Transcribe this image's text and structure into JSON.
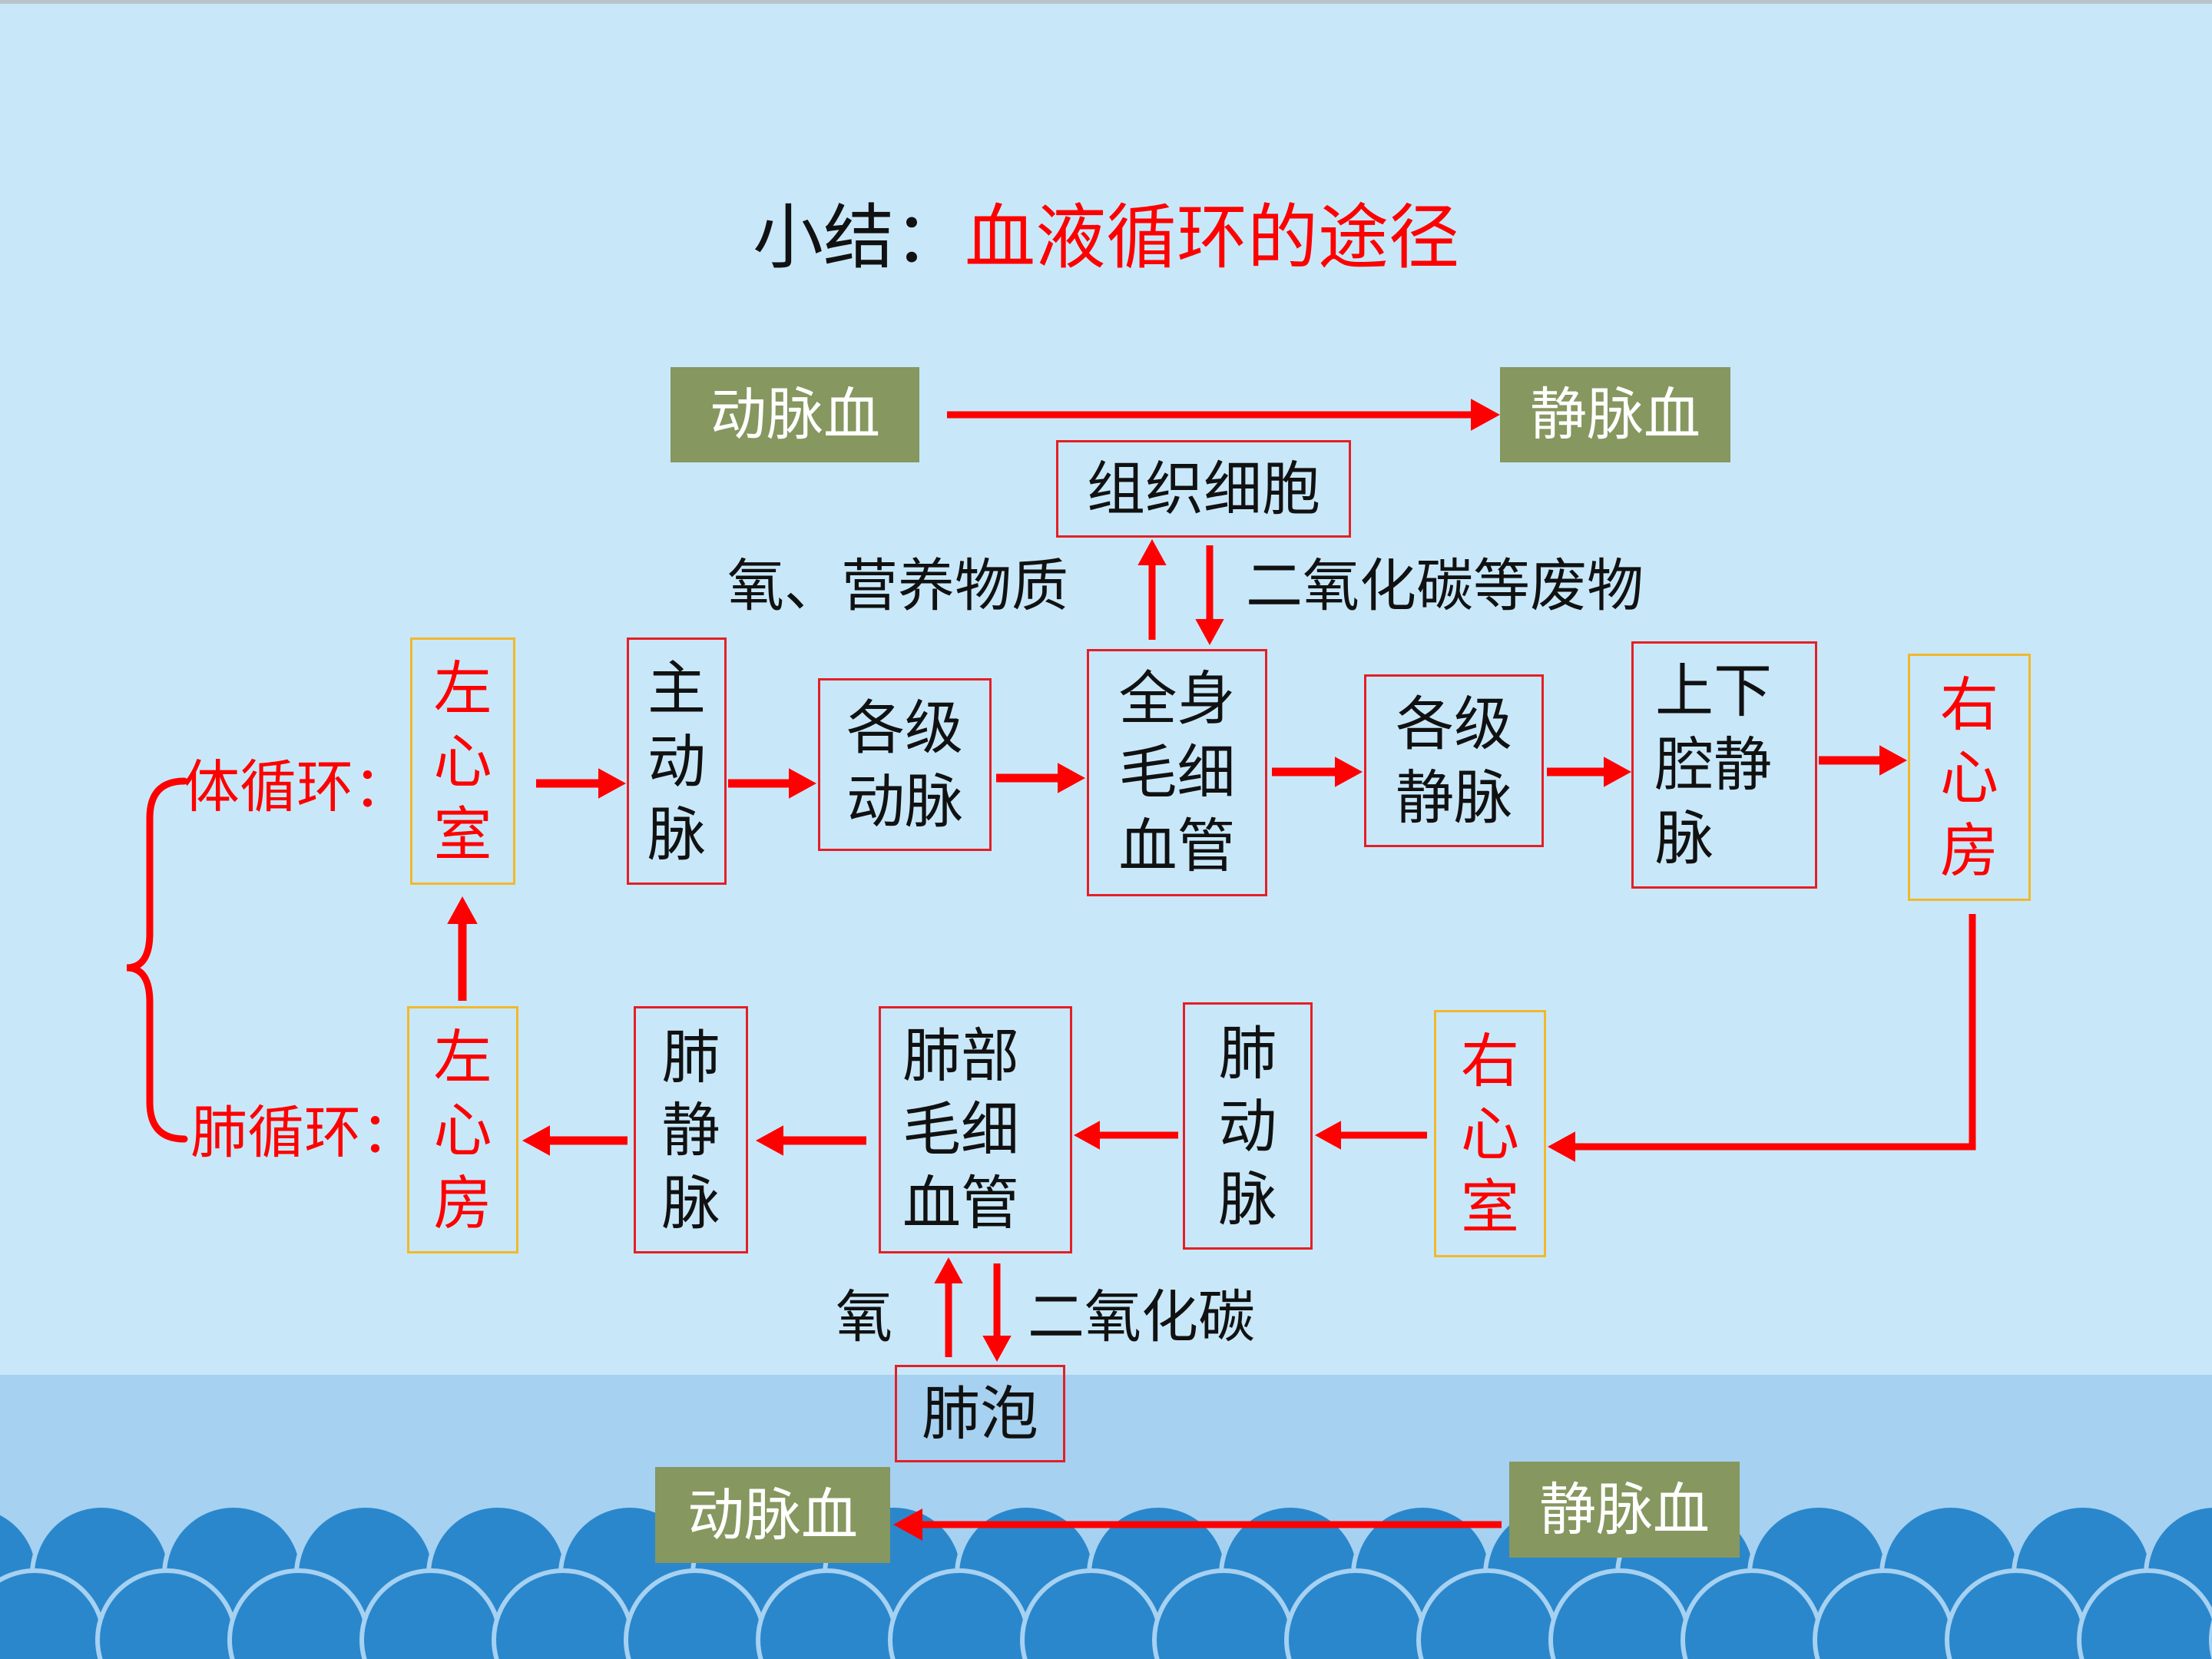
{
  "title": {
    "prefix": "小结：",
    "main": "血液循环的途径"
  },
  "colors": {
    "arrow": "#ff0000",
    "box_border": "#e41f26",
    "gold_border": "#f2b82b",
    "green_fill": "#86975f",
    "background": "#c8e8fa",
    "wave": "#2a87cc"
  },
  "top_legend": {
    "from": "动脉血",
    "to": "静脉血"
  },
  "bottom_legend": {
    "from": "静脉血",
    "to": "动脉血"
  },
  "tissue": {
    "cell": "组织细胞",
    "in_label": "氧、营养物质",
    "out_label": "二氧化碳等废物"
  },
  "systemic": {
    "label": "体循环：",
    "left_ventricle": "左\n心\n室",
    "aorta": "主\n动\n脉",
    "arteries": "各级\n动脉",
    "capillaries": "全身\n毛细\n血管",
    "veins": "各级\n静脉",
    "vena_cava": "上下\n腔静\n脉",
    "right_atrium": "右\n心\n房"
  },
  "pulmonary": {
    "label": "肺循环：",
    "left_atrium": "左\n心\n房",
    "pulmonary_vein": "肺\n静\n脉",
    "capillaries": "肺部\n毛细\n血管",
    "pulmonary_artery": "肺\n动\n脉",
    "right_ventricle": "右\n心\n室"
  },
  "alveoli": {
    "box": "肺泡",
    "in_label": "氧",
    "out_label": "二氧化碳"
  }
}
